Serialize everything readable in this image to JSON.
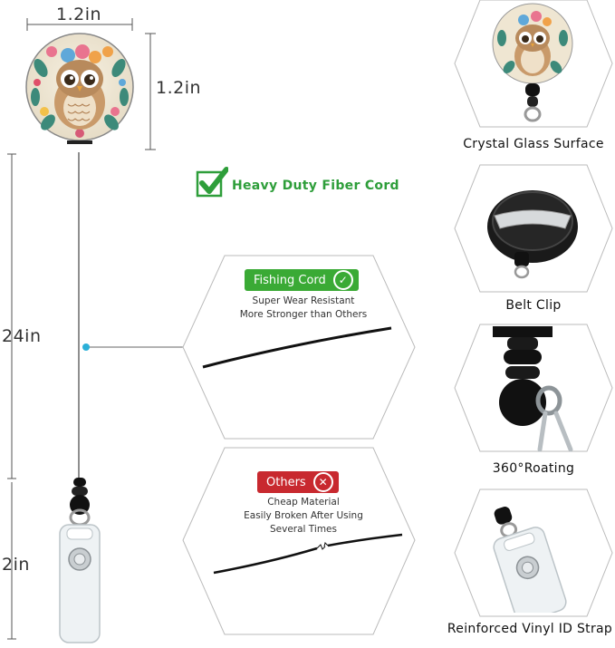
{
  "dimensions": {
    "badge_width": "1.2in",
    "badge_height": "1.2in",
    "cord_length": "24in",
    "clip_length": "2in"
  },
  "main_feature": {
    "title": "Heavy Duty Fiber Cord",
    "check_icon": "check-icon",
    "accent_color": "#2e9e3a"
  },
  "comparison": {
    "fishing_cord": {
      "label": "Fishing Cord",
      "icon": "check-circle-icon",
      "color": "#3aaa35",
      "lines": [
        "Super Wear Resistant",
        "More Stronger than Others"
      ]
    },
    "others": {
      "label": "Others",
      "icon": "x-circle-icon",
      "color": "#c8292f",
      "lines": [
        "Cheap Material",
        "Easily Broken After Using",
        "Several Times"
      ]
    }
  },
  "features": [
    {
      "caption": "Crystal Glass Surface",
      "icon": "owl-badge-icon"
    },
    {
      "caption": "Belt Clip",
      "icon": "belt-clip-icon"
    },
    {
      "caption": "360°Roating",
      "icon": "swivel-icon"
    },
    {
      "caption": "Reinforced Vinyl ID Strap",
      "icon": "vinyl-strap-icon"
    }
  ],
  "colors": {
    "hex_outline": "#bbbbbb",
    "dimension_line": "#555555",
    "pointer_dot": "#2bb0d8"
  }
}
